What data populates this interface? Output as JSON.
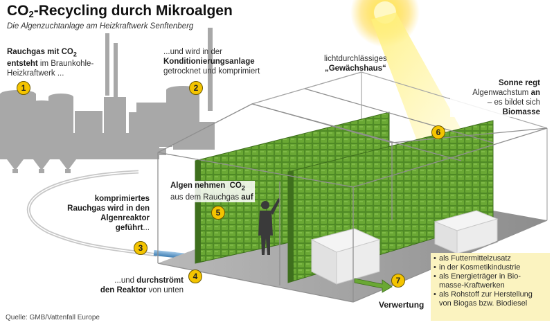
{
  "title_prefix": "CO",
  "title_sub": "2",
  "title_suffix": "-Recycling durch Mikroalgen",
  "subtitle": "Die Algenzuchtanlage am Heizkraftwerk Senftenberg",
  "steps": [
    {
      "number": "1"
    },
    {
      "number": "2"
    },
    {
      "number": "3"
    },
    {
      "number": "4"
    },
    {
      "number": "5"
    },
    {
      "number": "6"
    },
    {
      "number": "7"
    }
  ],
  "step1": {
    "bold_a": "Rauchgas mit CO",
    "bold_sub": "2",
    "bold_b": "entsteht",
    "rest_b": " im Braunkohle-",
    "line_c": "Heizkraftwerk ..."
  },
  "step2": {
    "line_a": "...und wird in der",
    "bold_b": "Konditionierungsanlage",
    "line_c": "getrocknet und komprimiert"
  },
  "greenhouse": {
    "line_a": "lichtdurchlässiges",
    "bold_b": "„Gewächshaus“"
  },
  "step6": {
    "bold_a": "Sonne regt",
    "line_b": "Algenwachstum",
    "bold_b": "an",
    "line_c": "– es bildet sich",
    "bold_d": "Biomasse"
  },
  "step5": {
    "bold_a": "Algen nehmen",
    "bold_a2": "CO",
    "bold_sub": "2",
    "line_b": "aus dem Rauchgas",
    "bold_b": "auf"
  },
  "step3": {
    "bold_a": "komprimiertes",
    "bold_b": "Rauchgas wird in den",
    "bold_c": "Algenreaktor",
    "bold_d": "geführt",
    "line_d": "..."
  },
  "step4": {
    "line_a": "...und",
    "bold_a": "durchströmt",
    "bold_b": "den Reaktor",
    "line_b": "von unten"
  },
  "uses": [
    {
      "text": "als Futtermittelzusatz",
      "bullet": true
    },
    {
      "text": "in der Kosmetikindustrie",
      "bullet": true
    },
    {
      "text": "als Energieträger in Bio-",
      "bullet": true
    },
    {
      "text": "masse-Kraftwerken",
      "bullet": false
    },
    {
      "text": "als Rohstoff zur Herstellung",
      "bullet": true
    },
    {
      "text": "von Biogas bzw. Biodiesel",
      "bullet": false
    }
  ],
  "verwertung": "Verwertung",
  "source": "Quelle: GMB/Vattenfall Europe",
  "colors": {
    "badge": "#f4c400",
    "algae": "#5f9a2c",
    "plant": "#a9a9a9",
    "sun": "#ffe14a",
    "uses_box": "#fbf3c0"
  }
}
